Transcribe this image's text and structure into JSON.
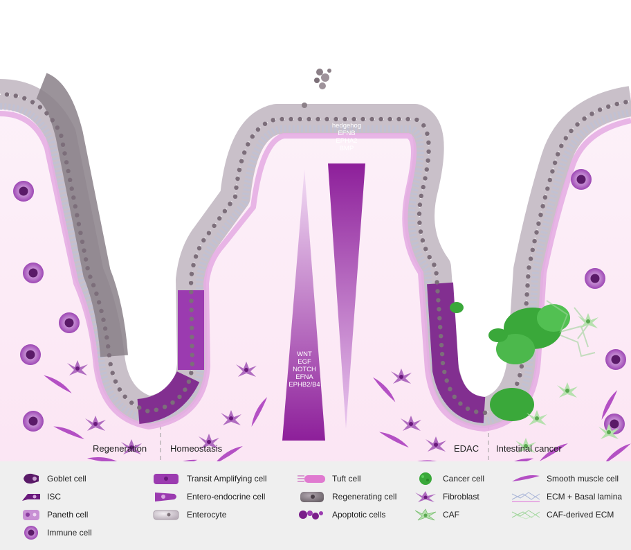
{
  "panels": {
    "regeneration": "Regeneration",
    "homeostasis": "Homeostasis",
    "edac": "EDAC",
    "cancer": "Intestinal cancer"
  },
  "gradients": {
    "top_signals": [
      "hedgehog",
      "EFNB",
      "EPHA2",
      "BMP"
    ],
    "bottom_signals": [
      "WNT",
      "EGF",
      "NOTCH",
      "EFNA",
      "EPHB2/B4"
    ]
  },
  "legend": [
    {
      "label": "Goblet cell",
      "icon": "goblet-cell-icon"
    },
    {
      "label": "Transit Amplifying cell",
      "icon": "ta-cell-icon"
    },
    {
      "label": "Tuft cell",
      "icon": "tuft-cell-icon"
    },
    {
      "label": "Cancer cell",
      "icon": "cancer-cell-icon"
    },
    {
      "label": "Smooth muscle cell",
      "icon": "smooth-muscle-icon"
    },
    {
      "label": "ISC",
      "icon": "isc-icon"
    },
    {
      "label": "Entero-endocrine cell",
      "icon": "ee-cell-icon"
    },
    {
      "label": "Regenerating cell",
      "icon": "regenerating-cell-icon"
    },
    {
      "label": "Fibroblast",
      "icon": "fibroblast-icon"
    },
    {
      "label": "ECM + Basal lamina",
      "icon": "ecm-icon"
    },
    {
      "label": "Paneth cell",
      "icon": "paneth-cell-icon"
    },
    {
      "label": "Enterocyte",
      "icon": "enterocyte-icon"
    },
    {
      "label": "Apoptotic cells",
      "icon": "apoptotic-icon"
    },
    {
      "label": "CAF",
      "icon": "caf-icon"
    },
    {
      "label": "CAF-derived ECM",
      "icon": "caf-ecm-icon"
    },
    {
      "label": "Immune cell",
      "icon": "immune-cell-icon"
    }
  ],
  "colors": {
    "stem": "#7a1f8a",
    "ta": "#9b3bb0",
    "enterocyte": "#d8d0d8",
    "regenerating": "#8a8088",
    "cancer": "#3aa83a",
    "caf": "#a8d8a0",
    "fibroblast": "#b06cc0",
    "immune": "#8a3ca0",
    "lamina": "#e8b8e8"
  }
}
